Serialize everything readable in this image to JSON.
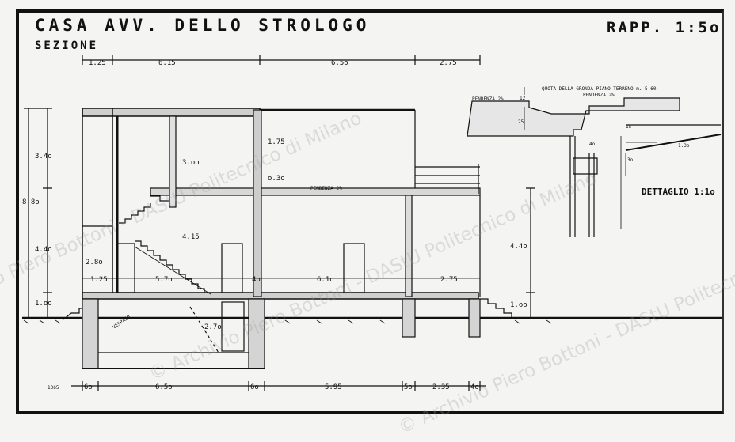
{
  "header": {
    "title": "CASA AVV. DELLO STROLOGO",
    "subtitle": "SEZIONE",
    "scale": "RAPP. 1:5o"
  },
  "dimensions": {
    "top": [
      "1.25",
      "6.15",
      "6.5o",
      "2.75"
    ],
    "left": [
      "3.4o",
      "8.8o",
      "4.4o",
      "1.oo",
      "2.8o"
    ],
    "floor": [
      "1.25",
      "5.7o",
      "4o",
      "6.1o",
      "2.75"
    ],
    "bottom": [
      "6o",
      "6.5o",
      "6o",
      "5.95",
      "5o",
      "2.35",
      "4o"
    ],
    "interior": [
      "1.75",
      "3.oo",
      "o.3o",
      "4.15",
      "2.7o",
      "4.4o",
      "1.oo"
    ]
  },
  "labels": {
    "mezzanine": "PENDENZA 2%",
    "stamp": "1365",
    "vent": "VESPAIO"
  },
  "detail": {
    "title": "DETTAGLIO 1:1o",
    "note": "QUOTA DELLA GRONDA PIANO TERRENO m. 5.60",
    "slope_left": "PENDENZA 2%",
    "slope_right": "PENDENZA 2%",
    "dims": [
      "12",
      "25",
      "15",
      "4o",
      "3o",
      "1.3o"
    ]
  },
  "watermark": "© Archivio Piero Bottoni - DAStU Politecnico di Milano"
}
